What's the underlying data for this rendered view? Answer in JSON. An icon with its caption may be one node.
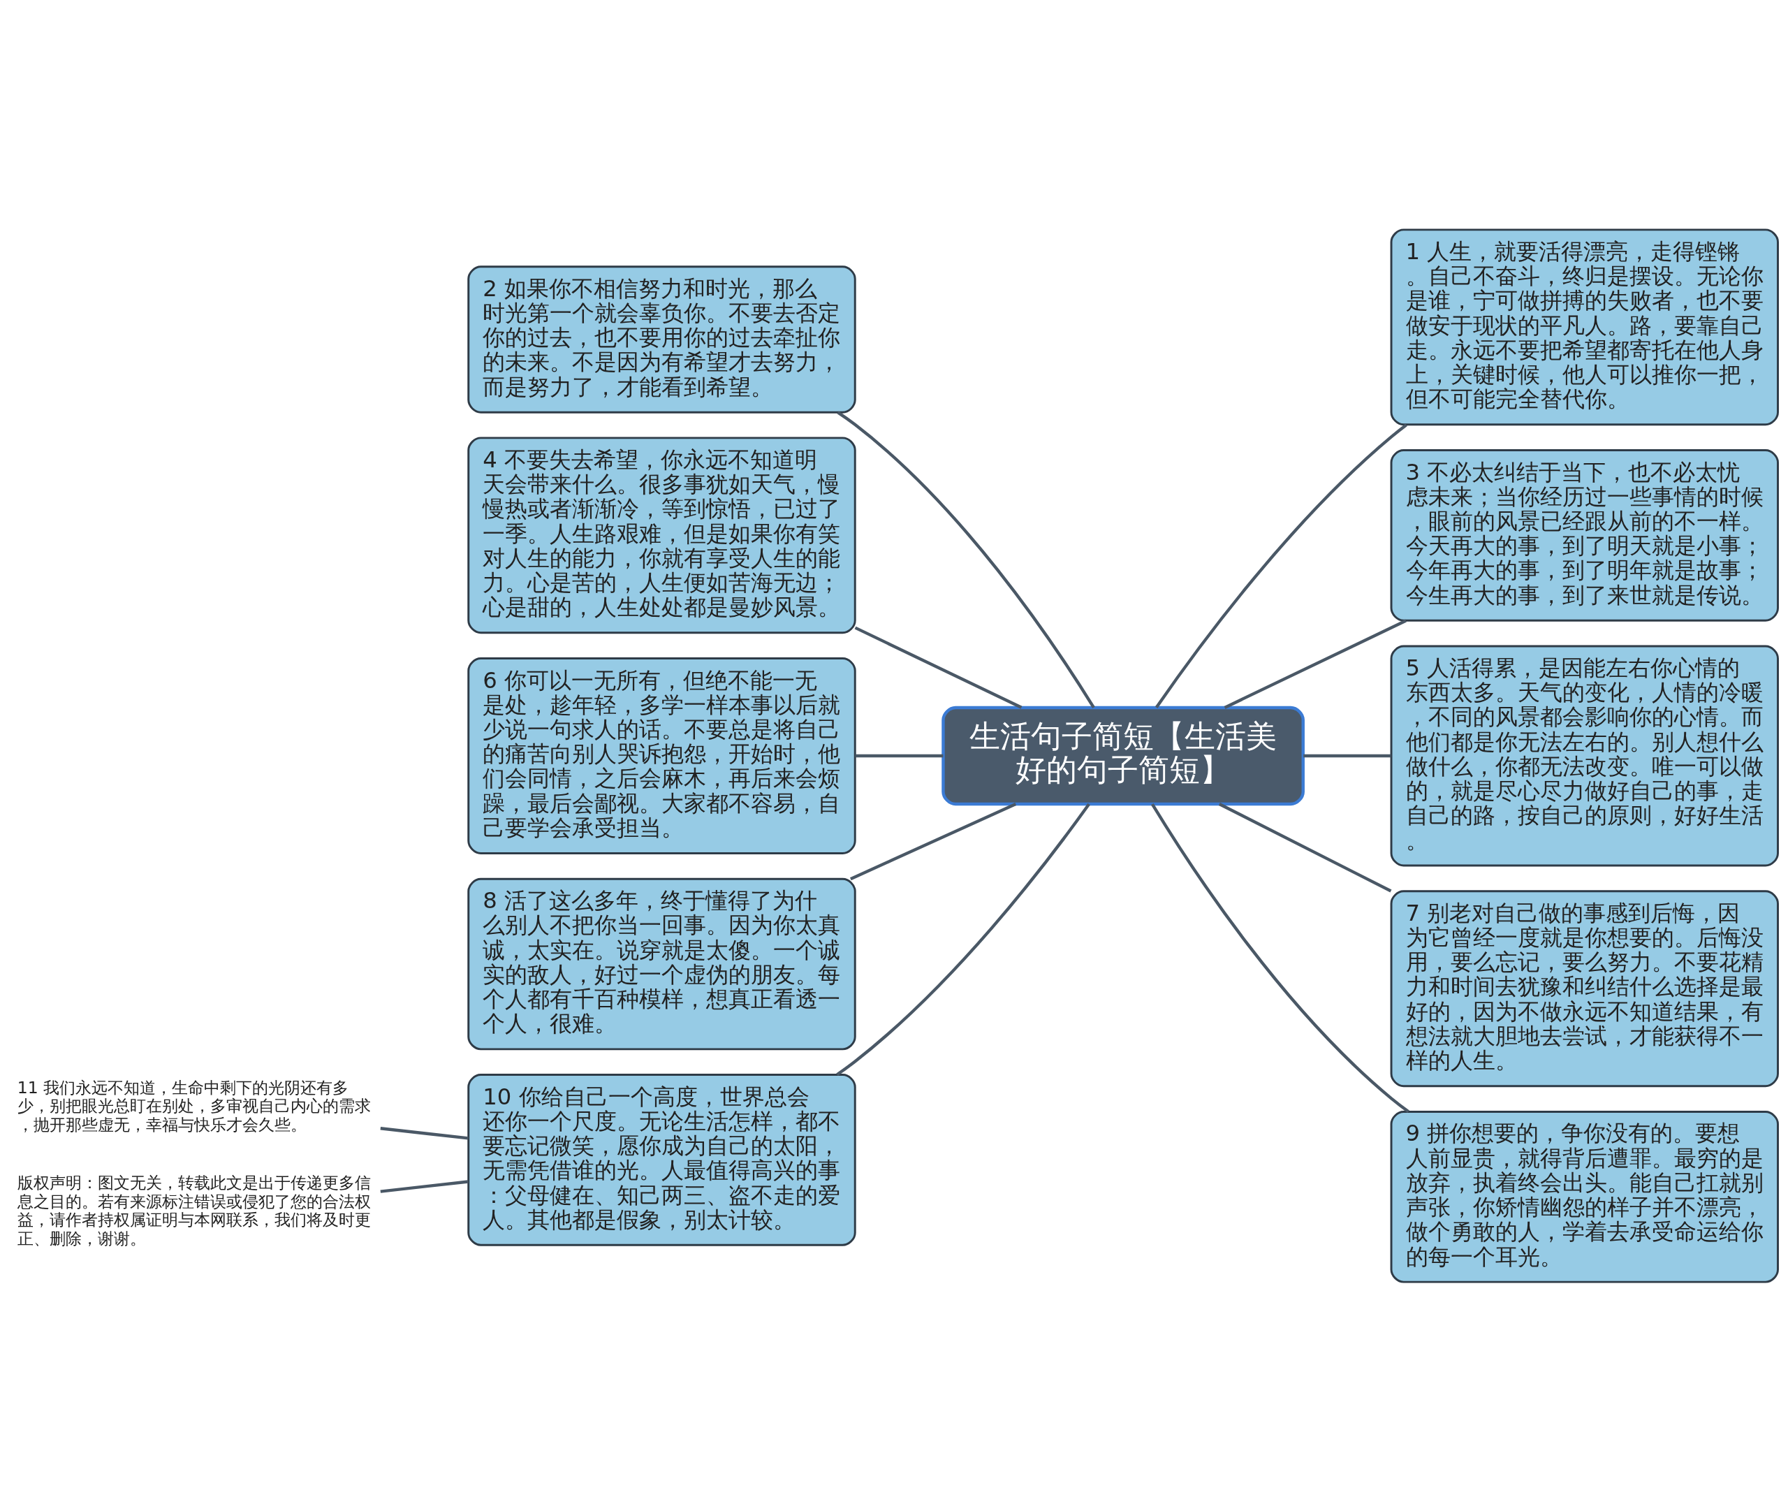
{
  "diagram": {
    "nodes": [
      {
        "text": [
          "生活句子简短【生活美好的句子简短】"
        ]
      },
      {
        "text": [
          "1 人生，就要活得漂亮，走得铿锵。自己不奋斗，终归是摆设。无论你是谁，宁可做拼搏的失败者，也不要做安于现状的平凡人。路，要靠自己走。永远不要把希望都寄托在他人身上，关键时候，他人可以推你一把，但不可能完全替代你。"
        ]
      },
      {
        "text": [
          "2 如果你不相信努力和时光，那么时光第一个就会辜负你。不要去否定你的过去，也不要用你的过去牵扯你的未来。不是因为有希望才去努力，而是努力了，才能看到希望。"
        ]
      },
      {
        "text": [
          "3 不必太纠结于当下，也不必太忧虑未来；当你经历过一些事情的时候，眼前的风景已经跟从前的不一样。今天再大的事，到了明天就是小事；今年再大的事，到了明年就是故事；今生再大的事，到了来世就是传说。"
        ]
      },
      {
        "text": [
          "4 不要失去希望，你永远不知道明天会带来什么。很多事犹如天气，慢慢热或者渐渐冷，等到惊悟，已过了一季。人生路艰难，但是如果你有笑对人生的能力，你就有享受人生的能力。心是苦的，人生便如苦海无边；心是甜的，人生处处都是曼妙风景。"
        ]
      },
      {
        "text": [
          "5 人活得累，是因能左右你心情的东西太多。天气的变化，人情的冷暖，不同的风景都会影响你的心情。而他们都是你无法左右的。别人想什么做什么，你都无法改变。唯一可以做的，就是尽心尽力做好自己的事，走自己的路，按自己的原则，好好生活。"
        ]
      },
      {
        "text": [
          "6 你可以一无所有，但绝不能一无是处，趁年轻，多学一样本事以后就少说一句求人的话。不要总是将自己的痛苦向别人哭诉抱怨，开始时，他们会同情，之后会麻木，再后来会烦躁，最后会鄙视。大家都不容易，自己要学会承受担当。"
        ]
      },
      {
        "text": [
          "7 别老对自己做的事感到后悔，因为它曾经一度就是你想要的。后悔没用，要么忘记，要么努力。不要花精力和时间去犹豫和纠结什么选择是最好的，因为不做永远不知道结果，有想法就大胆地去尝试，才能获得不一样的人生。"
        ]
      },
      {
        "text": [
          "8 活了这么多年，终于懂得了为什么别人不把你当一回事。因为你太真诚，太实在。说穿就是太傻。一个诚实的敌人，好过一个虚伪的朋友。每个人都有千百种模样，想真正看透一个人，很难。"
        ]
      },
      {
        "text": [
          "9 拼你想要的，争你没有的。要想人前显贵，就得背后遭罪。最穷的是放弃，执着终会出头。能自己扛就别声张，你矫情幽怨的样子并不漂亮，做个勇敢的人，学着去承受命运给你的每一个耳光。"
        ]
      },
      {
        "text": [
          "10 你给自己一个高度，世界总会还你一个尺度。无论生活怎样，都不要忘记微笑，愿你成为自己的太阳，无需凭借谁的光。人最值得高兴的事：父母健在、知己两三、盗不走的爱人。其他都是假象，别太计较。"
        ]
      },
      {
        "text": [
          "11 我们永远不知道，生命中剩下的光阴还有多少，别把眼光总盯在别处，多审视自己内心的需求，抛开那些虚无，幸福与快乐才会久些。"
        ]
      },
      {
        "text": [
          "版权声明：图文无关，转载此文是出于传递更多信息之目的。若有来源标注错误或侵犯了您的合法权益，请作者持权属证明与本网联系，我们将及时更正、删除，谢谢。"
        ]
      }
    ],
    "edges": [
      {
        "from": 0,
        "to": 1,
        "arrow": "none"
      },
      {
        "from": 2,
        "to": 0,
        "arrow": "none"
      },
      {
        "from": 0,
        "to": 3,
        "arrow": "none"
      },
      {
        "from": 4,
        "to": 0,
        "arrow": "none"
      },
      {
        "from": 0,
        "to": 5,
        "arrow": "none"
      },
      {
        "from": 6,
        "to": 0,
        "arrow": "none"
      },
      {
        "from": 0,
        "to": 7,
        "arrow": "none"
      },
      {
        "from": 8,
        "to": 0,
        "arrow": "none"
      },
      {
        "from": 0,
        "to": 9,
        "arrow": "none"
      },
      {
        "from": 10,
        "to": 0,
        "arrow": "none"
      },
      {
        "from": 11,
        "to": 10,
        "arrow": "none"
      },
      {
        "from": 12,
        "to": 10,
        "arrow": "none"
      }
    ]
  }
}
